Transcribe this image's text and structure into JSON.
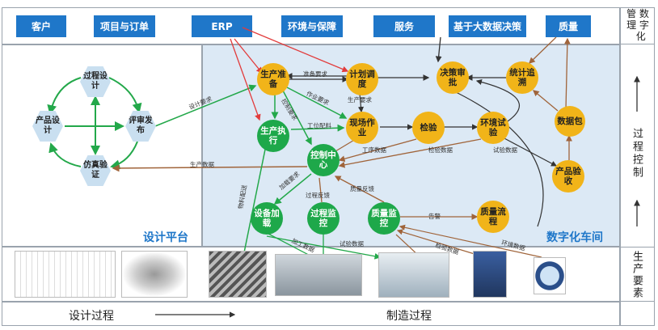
{
  "top_buttons": [
    "客户",
    "项目与订单",
    "ERP",
    "环境与保障",
    "服务",
    "基于大数据决策",
    "质量"
  ],
  "right_labels": {
    "top": "管理数字化",
    "middle": "过程控制",
    "bottom": "生产要素"
  },
  "design": {
    "nodes": [
      "过程设计",
      "评审发布",
      "仿真验证",
      "产品设计"
    ],
    "title": "设计平台"
  },
  "workshop": {
    "title": "数字化车间",
    "nodes": {
      "prod_prep": "生产准备",
      "plan": "计划调度",
      "decision": "决策审批",
      "stat": "统计追溯",
      "exec": "生产执行",
      "site": "现场作业",
      "inspect": "检验",
      "env_test": "环境试验",
      "data_pkg": "数据包",
      "control": "控制中心",
      "product_accept": "产品验收",
      "equipment": "设备加载",
      "process_mon": "过程监控",
      "quality_mon": "质量监控",
      "quality_flow": "质量流程"
    },
    "edge_labels": [
      "准备要求",
      "作业要求",
      "生产要求",
      "设计要求",
      "控制要求",
      "工位配料",
      "工序数据",
      "检验数据",
      "试验数据",
      "生产数据",
      "加载要求",
      "过程反馈",
      "质量反馈",
      "告警",
      "物料配送",
      "加工数据",
      "试验数据",
      "检验数据",
      "环境数据"
    ]
  },
  "bottom": {
    "left": "设计过程",
    "right": "制造过程"
  }
}
